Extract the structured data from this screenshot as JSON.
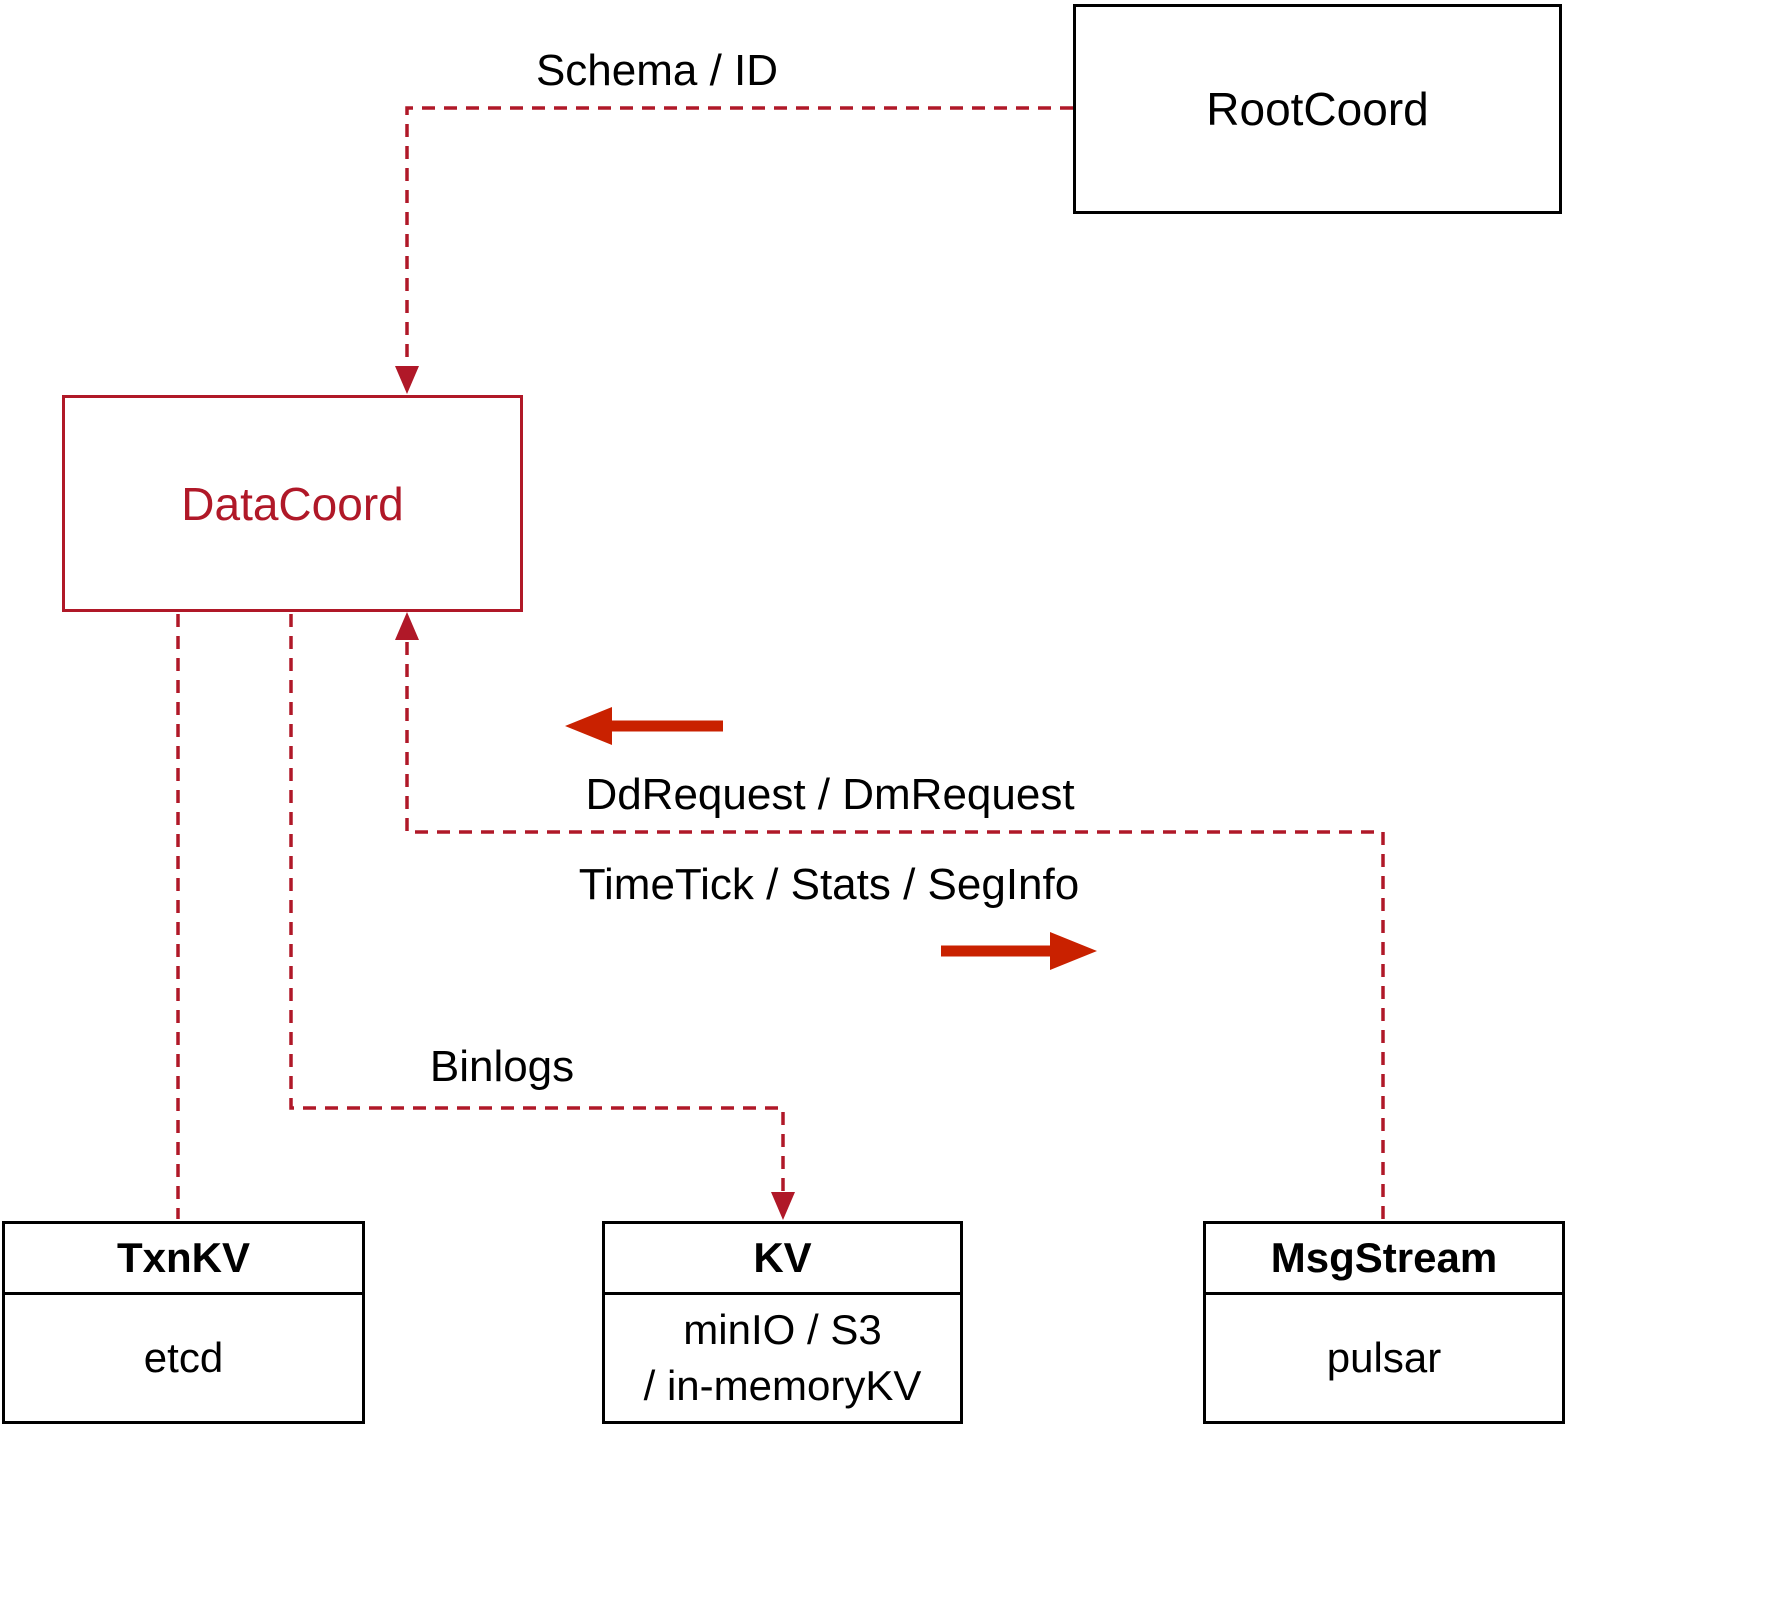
{
  "colors": {
    "dashed_line": "#b01828",
    "solid_arrow": "#c92100",
    "datacoord_text": "#b01828",
    "box_border": "#000000"
  },
  "nodes": {
    "rootcoord": {
      "label": "RootCoord"
    },
    "datacoord": {
      "label": "DataCoord"
    },
    "txnkv": {
      "title": "TxnKV",
      "body": "etcd"
    },
    "kv": {
      "title": "KV",
      "body_line1": "minIO / S3",
      "body_line2": "/ in-memoryKV"
    },
    "msgstream": {
      "title": "MsgStream",
      "body": "pulsar"
    }
  },
  "edge_labels": {
    "schema_id": "Schema / ID",
    "dd_dm_request": "DdRequest / DmRequest",
    "timetick_stats_seginfo": "TimeTick / Stats / SegInfo",
    "binlogs": "Binlogs"
  }
}
